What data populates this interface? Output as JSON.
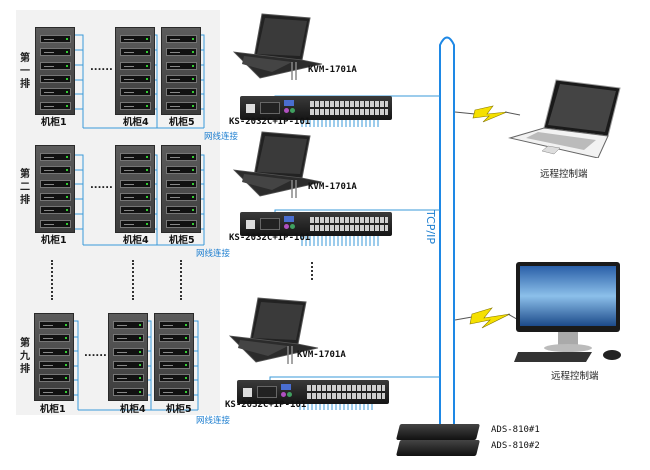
{
  "diagram": {
    "title": "KVM over IP network topology",
    "rows": [
      {
        "label": "第一排",
        "cabinets": [
          "机柜1",
          "机柜4",
          "机柜5"
        ],
        "cable_label": "网线连接",
        "kvm_console": "KVM-1701A",
        "kvm_switch": "KS-2032C+IP-101"
      },
      {
        "label": "第二排",
        "cabinets": [
          "机柜1",
          "机柜4",
          "机柜5"
        ],
        "cable_label": "网线连接",
        "kvm_console": "KVM-1701A",
        "kvm_switch": "KS-2032C+IP-101"
      },
      {
        "label": "第九排",
        "cabinets": [
          "机柜1",
          "机柜4",
          "机柜5"
        ],
        "cable_label": "网线连接",
        "kvm_console": "KVM-1701A",
        "kvm_switch": "KS-2032C+IP-101"
      }
    ],
    "ellipsis": "......",
    "network_label": "TCP/IP",
    "remote_clients": [
      {
        "label": "远程控制端",
        "type": "laptop-icon"
      },
      {
        "label": "远程控制端",
        "type": "desktop-icon"
      }
    ],
    "auth_servers": [
      "ADS-810#1",
      "ADS-810#2"
    ],
    "colors": {
      "link": "#3a9ad9",
      "bus": "#1e88e5",
      "panel": "#f2f2f2",
      "lightning": "#f5e000"
    }
  }
}
